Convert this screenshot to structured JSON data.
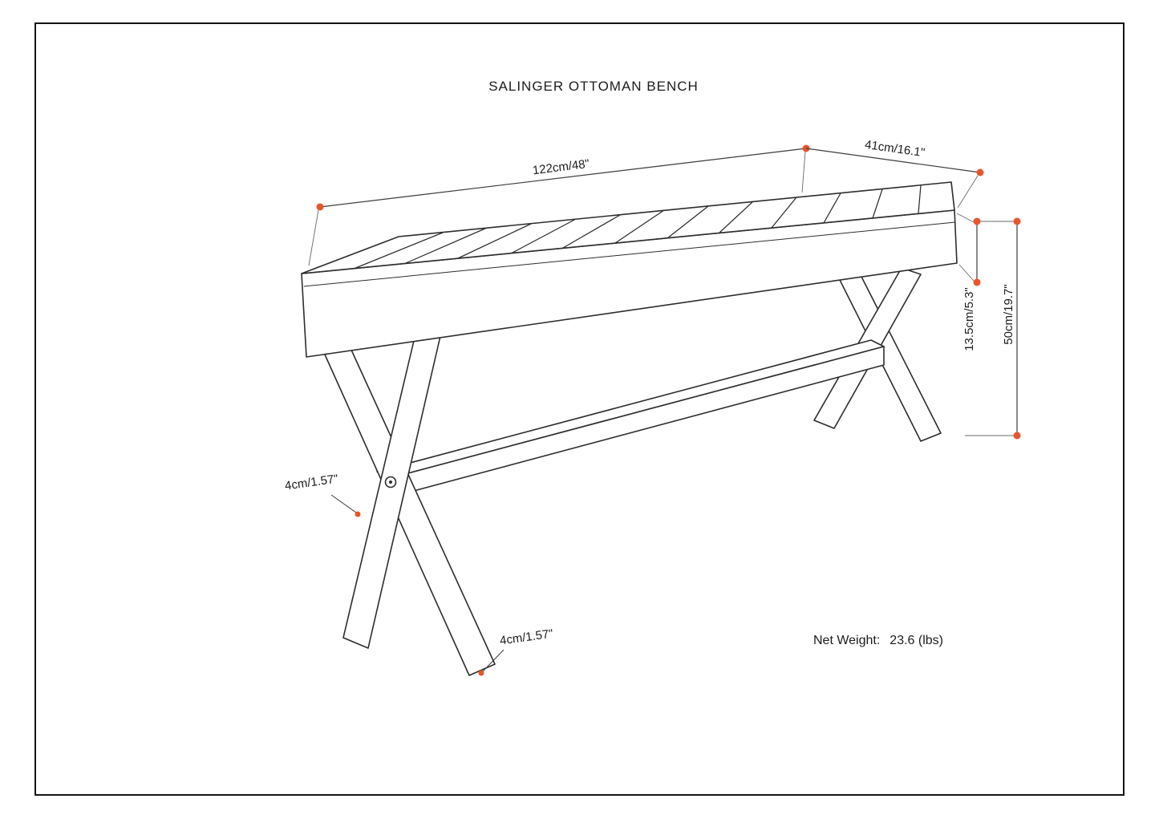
{
  "title": "SALINGER OTTOMAN BENCH",
  "labels": {
    "length": "122cm/48\"",
    "depth": "41cm/16.1\"",
    "seat_thickness": "13.5cm/5.3\"",
    "overall_height": "50cm/19.7\"",
    "leg_width_upper": "4cm/1.57\"",
    "leg_width_lower": "4cm/1.57\""
  },
  "net_weight": {
    "label": "Net Weight:",
    "value": "23.6 (lbs)"
  },
  "colors": {
    "marker": "#e8552b",
    "ink": "#2d2d2d"
  }
}
